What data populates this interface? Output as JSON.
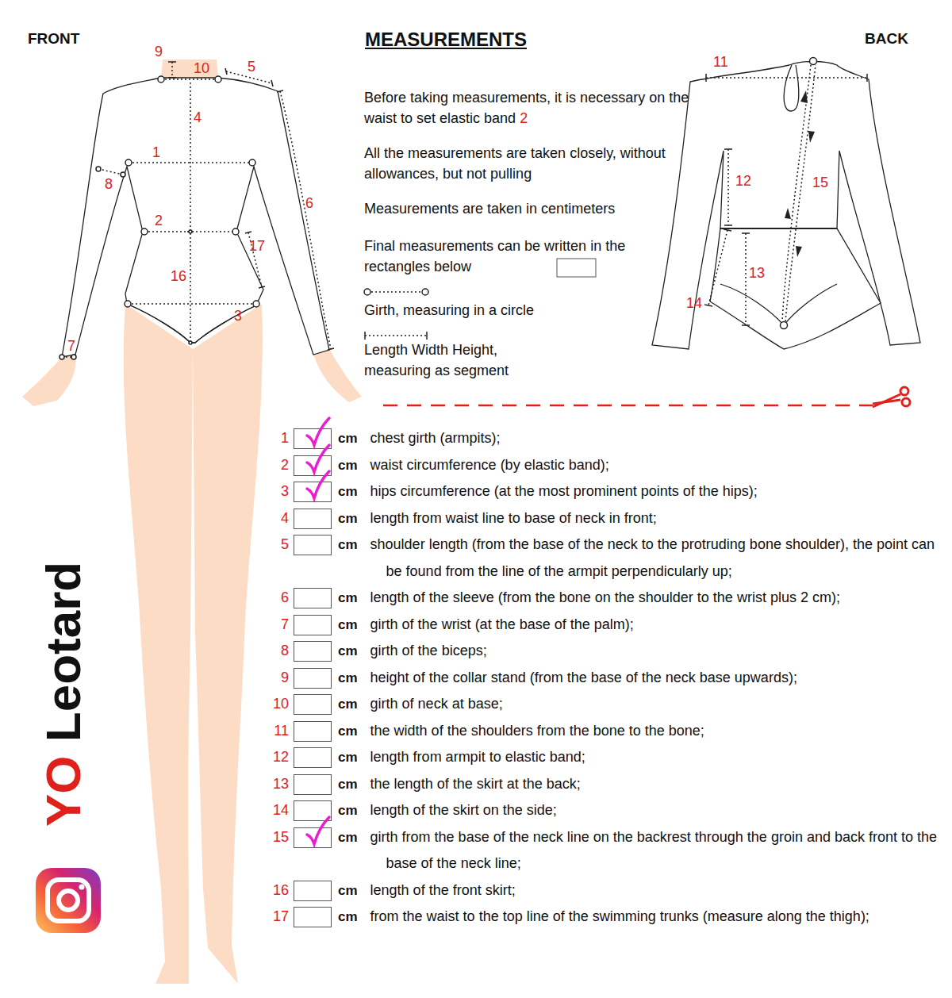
{
  "diagram": {
    "title": "MEASUREMENTS",
    "labels": [
      "FRONT",
      "BACK",
      "9",
      "10",
      "5",
      "4",
      "1",
      "8",
      "6",
      "2",
      "17",
      "16",
      "3",
      "7",
      "11",
      "12",
      "15",
      "13",
      "14",
      "Before taking measurements, it is necessary on the waist to set elastic band",
      "2",
      "All the measurements are taken closely, without allowances, but not pulling",
      "Measurements are taken in centimeters",
      "Final measurements can be written in the rectangles below",
      "1",
      "cm",
      "chest girth (armpits);",
      "2",
      "cm",
      "waist circumference (by elastic band);",
      "3",
      "cm",
      "hips circumference (at the most prominent points of the hips);",
      "4",
      "cm",
      "length from waist line to base of neck in front;",
      "5",
      "cm",
      "shoulder length (from the base of the neck to the protruding bone shoulder), the point can be found from the line of the armpit perpendicularly up;",
      "6",
      "cm",
      "length of the sleeve (from the bone on the shoulder to the wrist plus 2 cm);",
      "7",
      "cm",
      "girth of the wrist (at the base of the palm);",
      "8",
      "cm",
      "girth of the biceps;",
      "9",
      "cm",
      "height of the collar stand (from the base of the neck base upwards);",
      "10",
      "cm",
      "girth of neck at base;",
      "11",
      "cm",
      "the width of the shoulders from the bone to the bone;",
      "12",
      "cm",
      "length from armpit to elastic band;",
      "13",
      "cm",
      "the length of the skirt at the back;",
      "14",
      "cm",
      "length of the skirt on the side;",
      "15",
      "cm",
      "girth from the base of the neck line on the backrest through the groin and back front to the base of the neck line;",
      "16",
      "cm",
      "length of the front skirt;",
      "17",
      "cm",
      "from the waist to the top line of the swimming trunks (measure along the thigh);",
      "YO",
      "Leotard"
    ],
    "legend": [
      {
        "text": "Girth, measuring in a circle"
      },
      {
        "text": "Length Width Height, measuring as segment"
      }
    ]
  }
}
